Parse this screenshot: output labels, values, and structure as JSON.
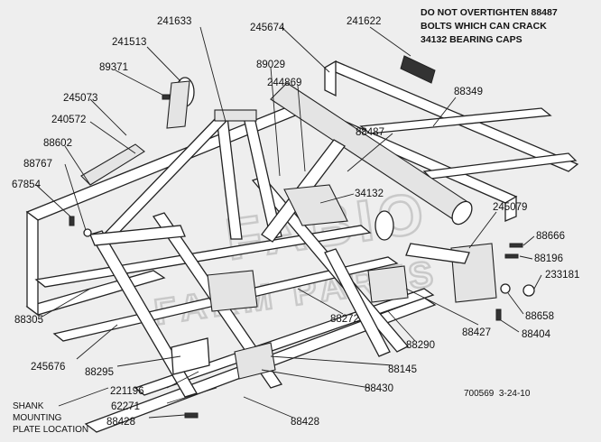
{
  "note": {
    "lines": [
      "DO NOT OVERTIGHTEN 88487",
      "BOLTS WHICH CAN CRACK",
      "34132 BEARING CAPS"
    ]
  },
  "watermark": {
    "text_top": "FABIO",
    "text_bottom": "FARM PARTS"
  },
  "callouts": [
    "241633",
    "245674",
    "241622",
    "241513",
    "89371",
    "89029",
    "244869",
    "88349",
    "245073",
    "240572",
    "88487",
    "88602",
    "88767",
    "34132",
    "67854",
    "245079",
    "88666",
    "88196",
    "233181",
    "88305",
    "88272",
    "88658",
    "88404",
    "88427",
    "88290",
    "245676",
    "88295",
    "88145",
    "221196",
    "88430",
    "62271",
    "88428",
    "88428"
  ],
  "shank_label": [
    "SHANK",
    "MOUNTING",
    "PLATE LOCATION"
  ],
  "drawing_id": "700569  3-24-10"
}
